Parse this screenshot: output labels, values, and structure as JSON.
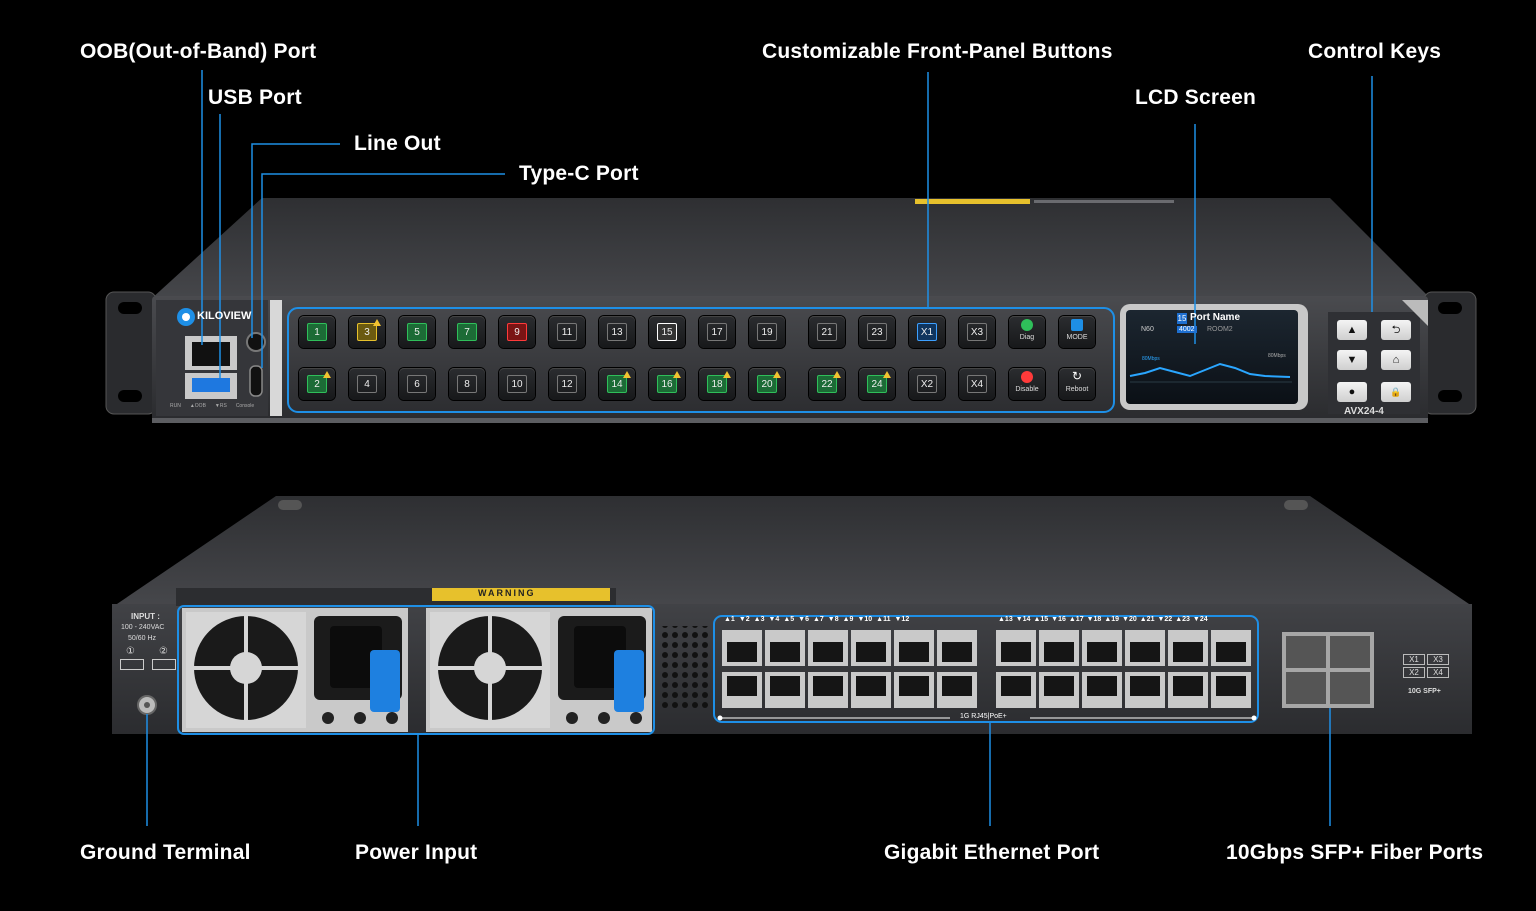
{
  "callouts": {
    "oob_port": "OOB(Out-of-Band) Port",
    "usb_port": "USB Port",
    "line_out": "Line Out",
    "type_c_port": "Type-C Port",
    "front_buttons": "Customizable Front-Panel Buttons",
    "control_keys": "Control Keys",
    "lcd_screen": "LCD Screen",
    "ground_terminal": "Ground Terminal",
    "power_input": "Power Input",
    "gigabit_ethernet": "Gigabit Ethernet Port",
    "sfp_ports": "10Gbps SFP+ Fiber Ports"
  },
  "front": {
    "brand": "KILOVIEW",
    "model": "AVX24-4",
    "small_labels": [
      "RUN",
      "▲OOB",
      "▼RS",
      "Console"
    ],
    "lcd": {
      "port_badge": "15",
      "port_name": "Port Name",
      "device": "N60",
      "port_no": "4002",
      "room": "ROOM2",
      "mbps_left": "80Mbps",
      "mbps_right": "80Mbps"
    },
    "top_row": [
      {
        "label": "1",
        "state": "green"
      },
      {
        "label": "3",
        "state": "yellow"
      },
      {
        "label": "5",
        "state": "green"
      },
      {
        "label": "7",
        "state": "green"
      },
      {
        "label": "9",
        "state": "red"
      },
      {
        "label": "11",
        "state": "none"
      },
      {
        "label": "13",
        "state": "none"
      },
      {
        "label": "15",
        "state": "white"
      },
      {
        "label": "17",
        "state": "none"
      },
      {
        "label": "19",
        "state": "none"
      },
      {
        "label": "21",
        "state": "none"
      },
      {
        "label": "23",
        "state": "none"
      },
      {
        "label": "X1",
        "state": "blue"
      },
      {
        "label": "X3",
        "state": "none"
      }
    ],
    "bottom_row": [
      {
        "label": "2",
        "state": "green"
      },
      {
        "label": "4",
        "state": "none"
      },
      {
        "label": "6",
        "state": "none"
      },
      {
        "label": "8",
        "state": "none"
      },
      {
        "label": "10",
        "state": "none"
      },
      {
        "label": "12",
        "state": "none"
      },
      {
        "label": "14",
        "state": "green"
      },
      {
        "label": "16",
        "state": "green"
      },
      {
        "label": "18",
        "state": "green"
      },
      {
        "label": "20",
        "state": "green"
      },
      {
        "label": "22",
        "state": "green"
      },
      {
        "label": "24",
        "state": "green"
      },
      {
        "label": "X2",
        "state": "none"
      },
      {
        "label": "X4",
        "state": "none"
      }
    ],
    "func_buttons": {
      "diag": "Diag",
      "mode": "MODE",
      "disable": "Disable",
      "reboot": "Reboot"
    },
    "control_keys": [
      "▲",
      "⮌",
      "▼",
      "⌂",
      "●",
      "🔒"
    ]
  },
  "rear": {
    "input_label": "INPUT :",
    "voltage": "100 - 240VAC",
    "frequency": "50/60 Hz",
    "psu_numbers": [
      "①",
      "②"
    ],
    "warning": "WARNING",
    "poe_label": "1G RJ45|PoE+",
    "port_labels_left": [
      "▲1",
      "▼2",
      "▲3",
      "▼4",
      "▲5",
      "▼6",
      "▲7",
      "▼8",
      "▲9",
      "▼10",
      "▲11",
      "▼12"
    ],
    "port_labels_right": [
      "▲13",
      "▼14",
      "▲15",
      "▼16",
      "▲17",
      "▼18",
      "▲19",
      "▼20",
      "▲21",
      "▼22",
      "▲23",
      "▼24"
    ],
    "sfp_legend": [
      "X1",
      "X3",
      "X2",
      "X4"
    ],
    "sfp_caption": "10G SFP+"
  },
  "colors": {
    "accent": "#1e8fe6",
    "chassis": "#3a3b3e",
    "panel": "#2e2f33"
  }
}
